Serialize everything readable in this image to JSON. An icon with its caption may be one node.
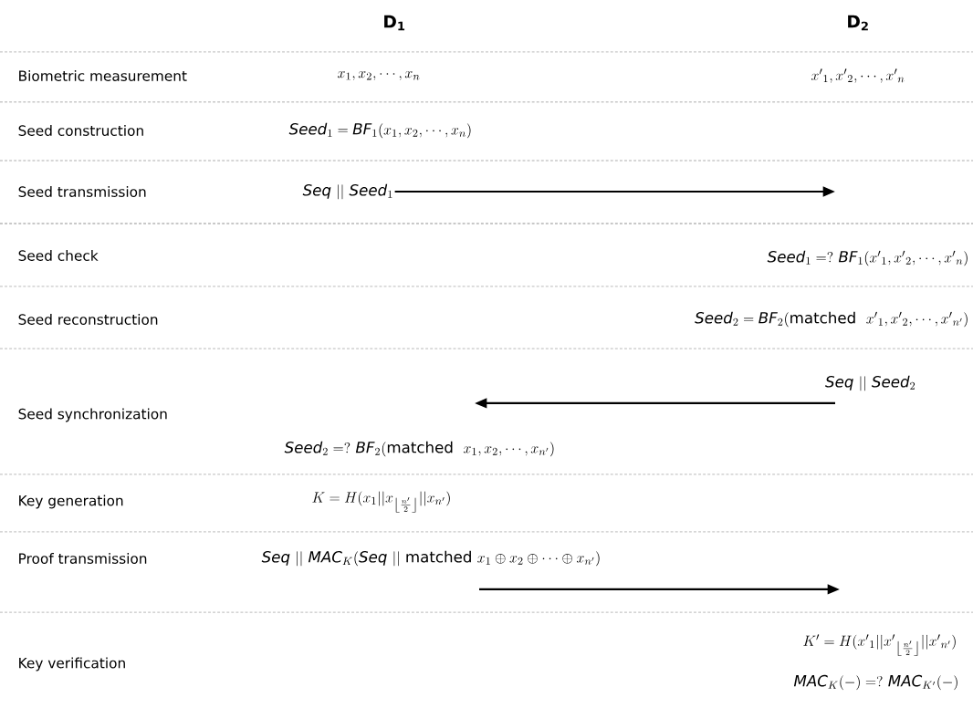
{
  "diagram": {
    "nodes": [
      {
        "text": [
          "\\mathit{Seq}\\ ||\\ \\mathit{Seed}_1"
        ]
      },
      {
        "text": [
          "\\mathit{Seq}\\ ||\\ \\mathit{Seed}_2"
        ]
      },
      {
        "text": [
          "\\mathit{Seq}\\ ||\\ \\mathit{MAC}_K(\\mathit{Seq}\\ ||\\ \\mathrm{matched}\\ x_1 \\oplus x_2 \\oplus \\cdots \\oplus x_{n'})"
        ]
      }
    ],
    "edges": [
      {
        "from": 0,
        "to": null,
        "arrow": "to"
      },
      {
        "from": 1,
        "to": null,
        "arrow": "to"
      },
      {
        "from": 2,
        "to": null,
        "arrow": "to"
      }
    ],
    "labels": [
      "\\mathbf{D}_\\mathbf{1}",
      "\\mathbf{D}_\\mathbf{2}",
      "Biometric measurement",
      "x_1, x_2, \\cdots, x_n",
      "{x'}_1, {x'}_2, \\cdots, {x'}_n",
      "Seed construction",
      "\\mathit{Seed}_1 = \\mathit{BF}_1(x_1, x_2, \\cdots, x_n)",
      "Seed transmission",
      "Seed check",
      "\\mathit{Seed}_1 =?\\ \\mathit{BF}_1({x'}_1, {x'}_2, \\cdots, {x'}_n)",
      "Seed reconstruction",
      "\\mathit{Seed}_2 = \\mathit{BF}_2(\\mathrm{matched}\\ \\ {x'}_1, {x'}_2, \\cdots, {x'}_{n'})",
      "Seed synchronization",
      "\\mathit{Seed}_2 =?\\ \\mathit{BF}_2(\\mathrm{matched}\\ \\ x_1, x_2, \\cdots, x_{n'})",
      "Key generation",
      "K = H(x_1||x_{\\left\\lfloor\\frac{n'}{2}\\right\\rfloor}||x_{n'})",
      "Proof transmission",
      "Key verification",
      "K' = H({x'}_1||{x'}_{\\left\\lfloor\\frac{n'}{2}\\right\\rfloor}||{x'}_{n'})",
      "\\mathit{MAC}_K(-) =?\\ \\mathit{MAC}_{K'}(-)"
    ]
  }
}
